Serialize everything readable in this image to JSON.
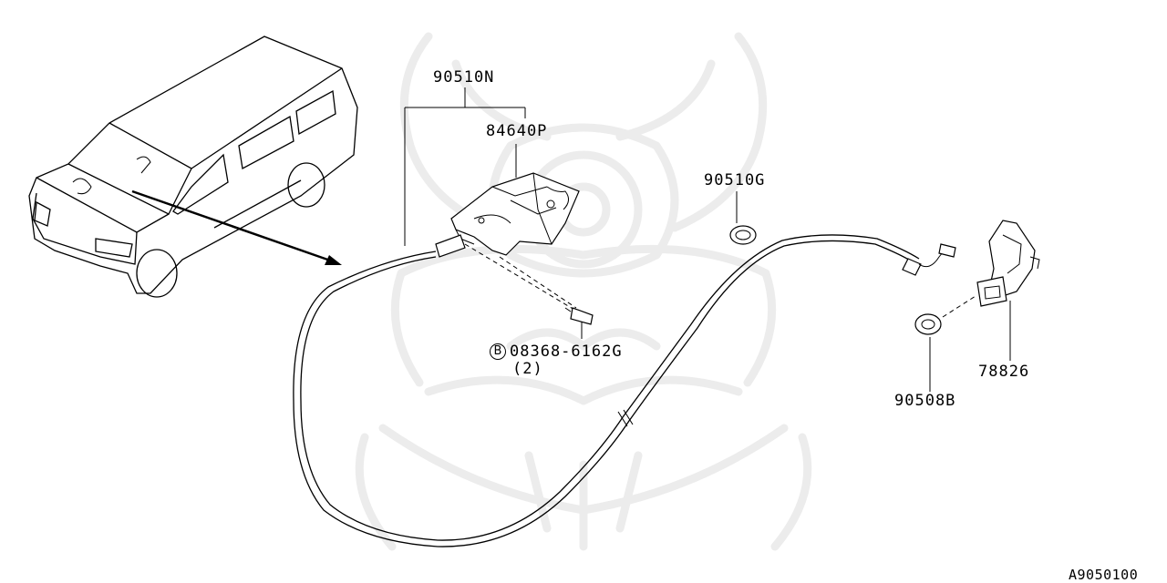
{
  "diagram": {
    "labels": {
      "cable_assembly": "90510N",
      "release_handle": "84640P",
      "clip": "90510G",
      "bolt": "08368-6162G",
      "bolt_qty": "(2)",
      "bolt_prefix": "B",
      "grommet": "90508B",
      "lock_assembly": "78826"
    },
    "figure_code": "A9050100"
  }
}
